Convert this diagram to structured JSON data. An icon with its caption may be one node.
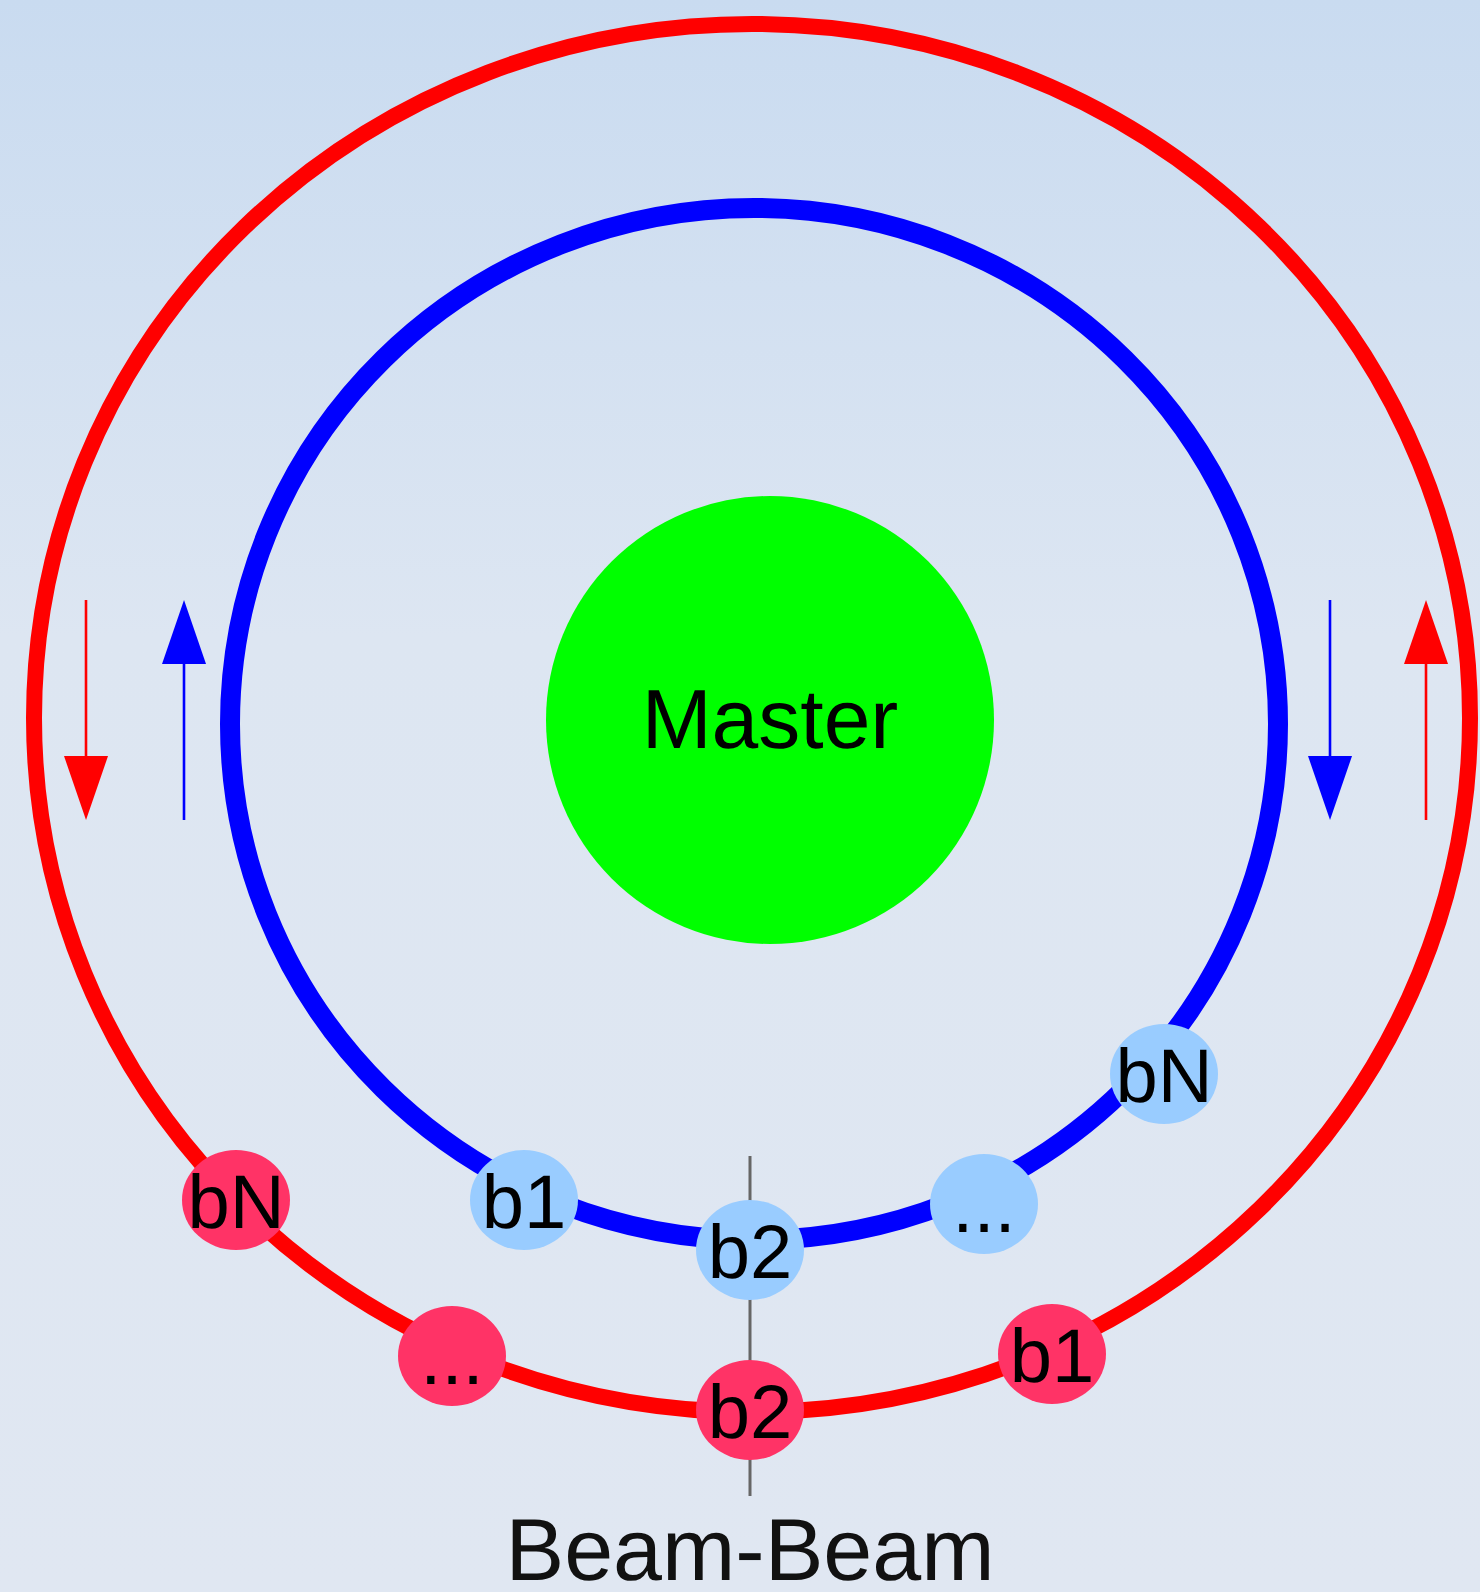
{
  "diagram": {
    "nodes": [
      {
        "text": [
          "Master"
        ]
      },
      {
        "text": [
          "bN"
        ]
      },
      {
        "text": [
          "bN"
        ]
      },
      {
        "text": [
          "b1"
        ]
      },
      {
        "text": [
          "..."
        ]
      },
      {
        "text": [
          "b2"
        ]
      },
      {
        "text": [
          "..."
        ]
      },
      {
        "text": [
          "b1"
        ]
      },
      {
        "text": [
          "b2"
        ]
      }
    ],
    "labels": [
      "Beam-Beam"
    ]
  }
}
